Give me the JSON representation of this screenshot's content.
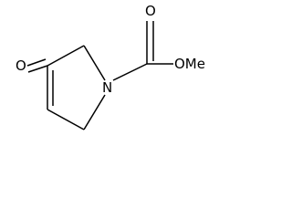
{
  "molecule": {
    "atoms": {
      "ring_oxygen_substituent": "O",
      "ring_nitrogen": "N",
      "carbonyl_oxygen": "O",
      "ester_oxygen_methyl": "OMe"
    }
  }
}
